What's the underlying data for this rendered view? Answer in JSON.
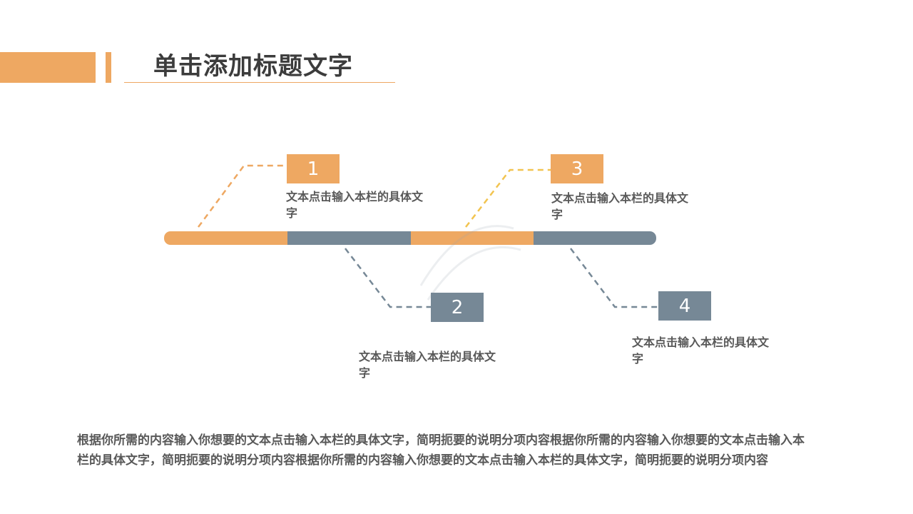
{
  "header": {
    "title": "单击添加标题文字"
  },
  "colors": {
    "accent_orange": "#eea862",
    "accent_gray": "#768896",
    "title_text": "#3c3c3c",
    "body_text": "#595959"
  },
  "timeline": {
    "steps": [
      {
        "number": "1",
        "text": "文本点击输入本栏的具体文字",
        "color": "orange"
      },
      {
        "number": "2",
        "text": "文本点击输入本栏的具体文字",
        "color": "gray"
      },
      {
        "number": "3",
        "text": "文本点击输入本栏的具体文字",
        "color": "orange"
      },
      {
        "number": "4",
        "text": "文本点击输入本栏的具体文字",
        "color": "gray"
      }
    ]
  },
  "description": "根据你所需的内容输入你想要的文本点击输入本栏的具体文字，简明扼要的说明分项内容根据你所需的内容输入你想要的文本点击输入本栏的具体文字，简明扼要的说明分项内容根据你所需的内容输入你想要的文本点击输入本栏的具体文字，简明扼要的说明分项内容"
}
